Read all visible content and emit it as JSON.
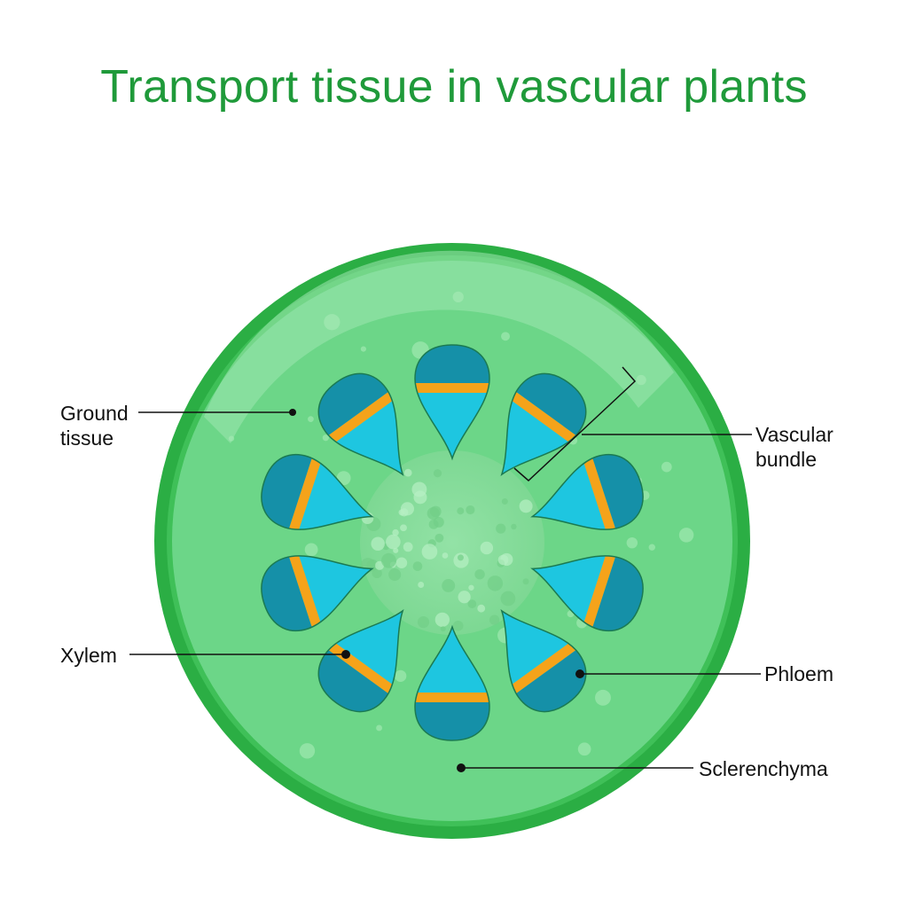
{
  "title": "Transport tissue in vascular plants",
  "labels": {
    "ground_tissue": [
      "Ground",
      "tissue"
    ],
    "vascular_bundle": [
      "Vascular",
      "bundle"
    ],
    "xylem": "Xylem",
    "phloem": "Phloem",
    "sclerenchyma": "Sclerenchyma"
  },
  "colors": {
    "title": "#1f9a3a",
    "epidermis": "#2bb042",
    "cortex": "#6fd88a",
    "pith": "#86dd9a",
    "xylem": "#1ec6e0",
    "phloem_cap": "#1590a8",
    "cambium": "#f5a31a"
  }
}
